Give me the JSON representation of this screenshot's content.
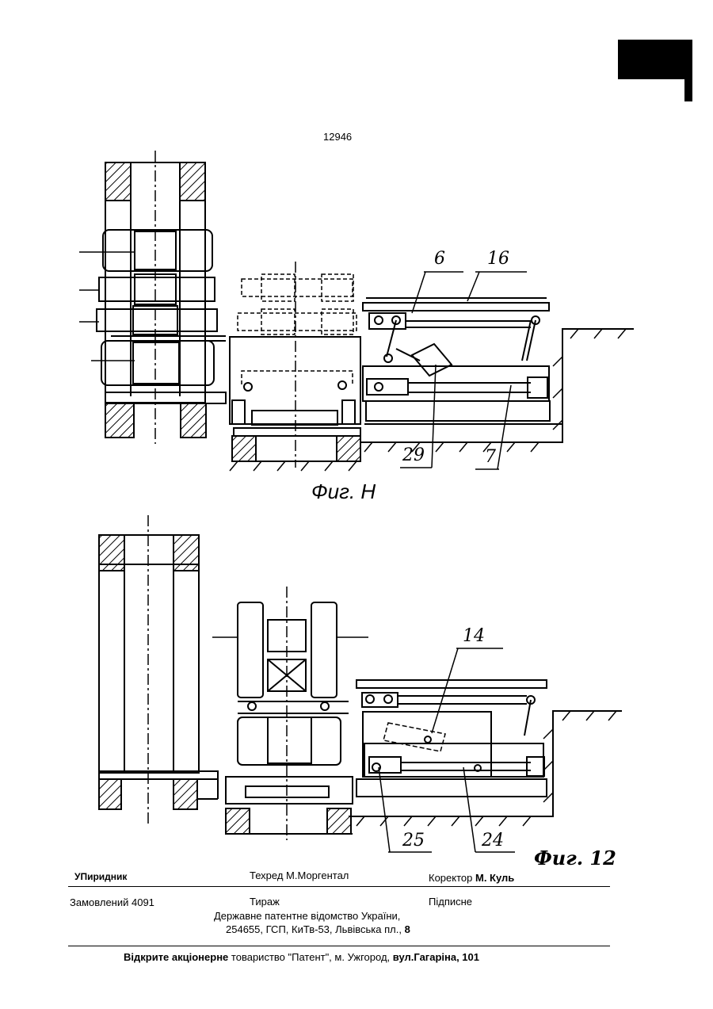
{
  "page_number": "12946",
  "figures": {
    "fig11": {
      "caption": "Фиг. Н",
      "labels": [
        "6",
        "16",
        "29",
        "7"
      ]
    },
    "fig12": {
      "caption": "Фиг. 12",
      "labels": [
        "14",
        "25",
        "24"
      ]
    }
  },
  "footer": {
    "compiler": "УПиридник",
    "tech_editor": "Техред М.Моргентал",
    "corrector_prefix": "Коректор",
    "corrector_name": "М. Куль",
    "order": "Замовлений 4091",
    "circulation": "Тираж",
    "subscription": "Підписне",
    "office_line1": "Державне патентне відомство України,",
    "office_line2_prefix": "254655, ГСП, КиТв-53, Львівська пл.,",
    "office_line2_num": "8",
    "publisher_bold1": "Відкрите акціонерне",
    "publisher_mid": "товариство \"Патент\", м. Ужгород,",
    "publisher_bold2": "вул.Гагаріна, 101"
  }
}
